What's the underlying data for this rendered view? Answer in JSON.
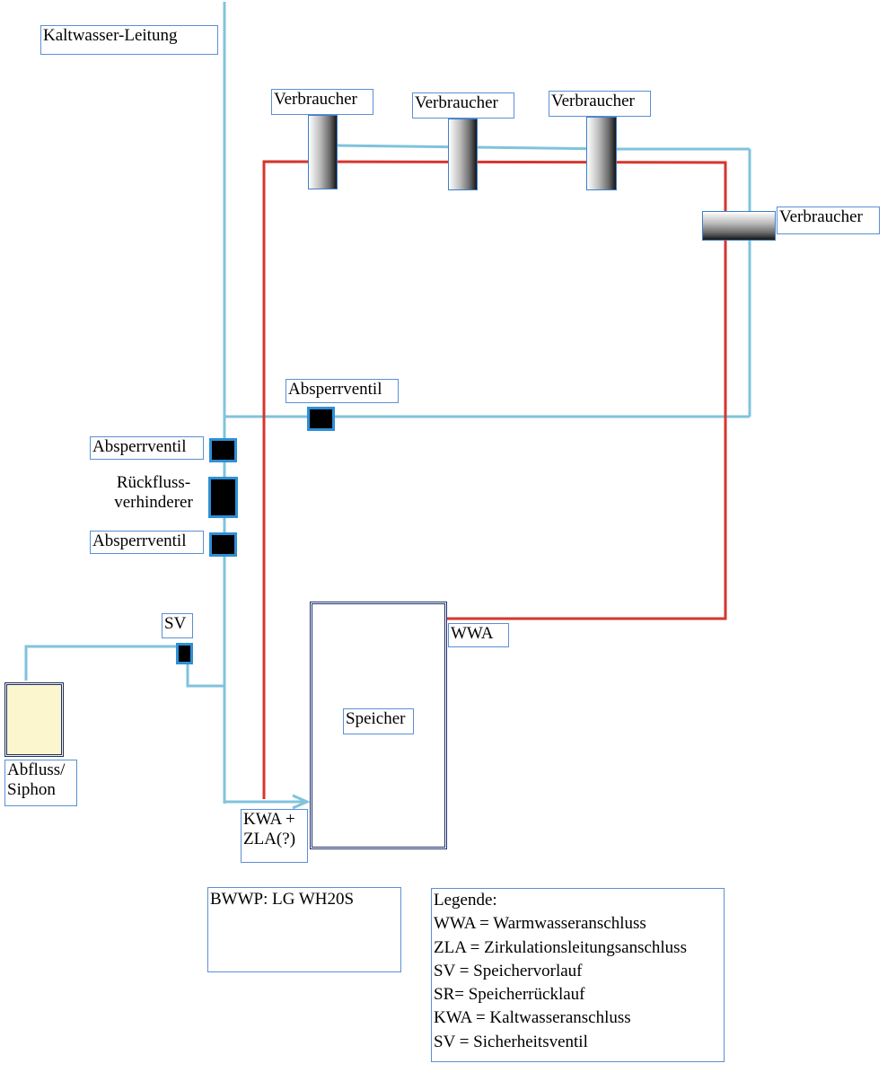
{
  "labels": {
    "cold_water_line": "Kaltwasser-Leitung",
    "consumer_1": "Verbraucher",
    "consumer_2": "Verbraucher",
    "consumer_3": "Verbraucher",
    "consumer_4": "Verbraucher",
    "shutoff_valve_circulation": "Absperrventil",
    "shutoff_valve_upper": "Absperrventil",
    "backflow_preventer_line1": "Rückfluss-",
    "backflow_preventer_line2": "verhinderer",
    "shutoff_valve_lower": "Absperrventil",
    "safety_valve": "SV",
    "drain_line1": "Abfluss/",
    "drain_line2": "Siphon",
    "hot_water_connection": "WWA",
    "storage_tank": "Speicher",
    "cold_inlet_line1": "KWA +",
    "cold_inlet_line2": "ZLA(?)"
  },
  "device_box": {
    "text": "BWWP: LG WH20S"
  },
  "legend": {
    "title": "Legende:",
    "items": [
      "WWA = Warmwasseranschluss",
      "ZLA = Zirkulationsleitungsanschluss",
      "SV = Speichervorlauf",
      "SR= Speicherrücklauf",
      "KWA = Kaltwasseranschluss",
      "SV = Sicherheitsventil"
    ]
  },
  "colors": {
    "cold_pipe": "#7fc3dc",
    "hot_pipe": "#d6362c",
    "valve_border": "#2e8fd6",
    "drain_fill": "#fcf6cf"
  }
}
